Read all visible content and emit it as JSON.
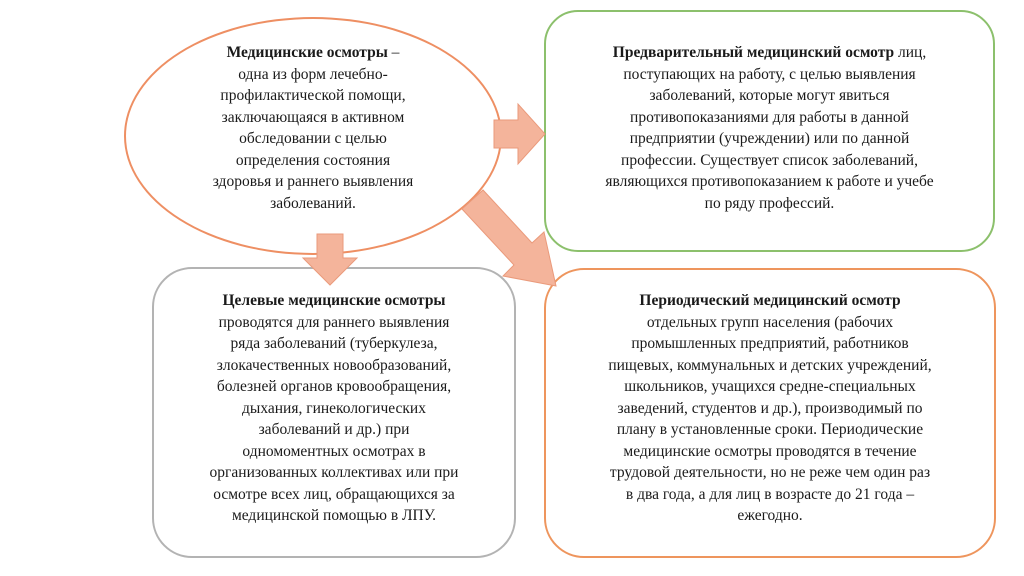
{
  "colors": {
    "ellipse_border": "#ee8f63",
    "green_border": "#8cc06c",
    "gray_border": "#b3b3b3",
    "orange_border": "#ee955d",
    "arrow_fill": "#f4b49b",
    "arrow_stroke": "#ea9a7b"
  },
  "definition": {
    "heading": "Медицинские осмотры",
    "lines": [
      " –",
      "одна из форм лечебно-",
      "профилактической помощи,",
      "заключающаяся в активном",
      "обследовании с целью",
      "определения состояния",
      "здоровья и раннего выявления",
      "заболеваний."
    ]
  },
  "preliminary": {
    "heading": "Предварительный медицинский осмотр",
    "lines": [
      " лиц,",
      "поступающих на работу, с целью выявления",
      "заболеваний, которые могут явиться",
      "противопоказаниями для работы в данной",
      "предприятии (учреждении) или по данной",
      "профессии. Существует список заболеваний,",
      "являющихся противопоказанием к работе и учебе",
      "по ряду профессий."
    ]
  },
  "targeted": {
    "heading": "Целевые медицинские осмотры",
    "lines": [
      "проводятся для раннего выявления",
      "ряда заболеваний (туберкулеза,",
      "злокачественных новообразований,",
      "болезней органов кровообращения,",
      "дыхания, гинекологических",
      "заболеваний и др.) при",
      "одномоментных осмотрах в",
      "организованных коллективах или при",
      "осмотре всех лиц, обращающихся за",
      "медицинской помощью в ЛПУ."
    ]
  },
  "periodic": {
    "heading": "Периодический медицинский осмотр",
    "lines": [
      "отдельных групп населения (рабочих",
      "промышленных предприятий, работников",
      "пищевых, коммунальных и детских учреждений,",
      "школьников, учащихся средне-специальных",
      "заведений, студентов и др.), производимый по",
      "плану в установленные сроки. Периодические",
      "медицинские осмотры проводятся в течение",
      "трудовой деятельности, но не реже чем один раз",
      "в два года, а для лиц в возрасте до 21 года –",
      "ежегодно."
    ]
  }
}
